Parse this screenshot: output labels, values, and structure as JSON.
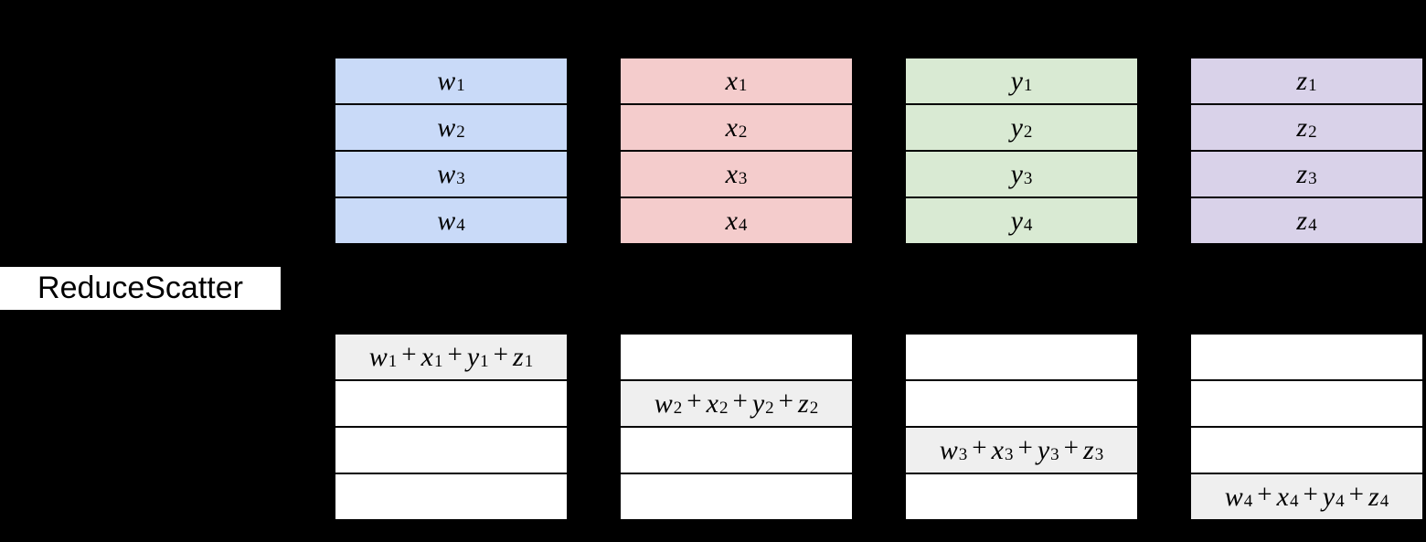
{
  "operation_label": "ReduceScatter",
  "operator": "+",
  "colors": {
    "background": "#000000",
    "border": "#000000",
    "text": "#000000",
    "label_background": "#ffffff",
    "label_text": "#000000",
    "result_row_fill": "#ffffff",
    "result_highlight_fill": "#efefef",
    "input_fill_w": "#c9daf8",
    "input_fill_x": "#f4cccc",
    "input_fill_y": "#d9ead3",
    "input_fill_z": "#d9d2e9"
  },
  "input_tables": [
    {
      "variable": "w",
      "fill": "#c9daf8",
      "cells": [
        {
          "base": "w",
          "sub": "1"
        },
        {
          "base": "w",
          "sub": "2"
        },
        {
          "base": "w",
          "sub": "3"
        },
        {
          "base": "w",
          "sub": "4"
        }
      ]
    },
    {
      "variable": "x",
      "fill": "#f4cccc",
      "cells": [
        {
          "base": "x",
          "sub": "1"
        },
        {
          "base": "x",
          "sub": "2"
        },
        {
          "base": "x",
          "sub": "3"
        },
        {
          "base": "x",
          "sub": "4"
        }
      ]
    },
    {
      "variable": "y",
      "fill": "#d9ead3",
      "cells": [
        {
          "base": "y",
          "sub": "1"
        },
        {
          "base": "y",
          "sub": "2"
        },
        {
          "base": "y",
          "sub": "3"
        },
        {
          "base": "y",
          "sub": "4"
        }
      ]
    },
    {
      "variable": "z",
      "fill": "#d9d2e9",
      "cells": [
        {
          "base": "z",
          "sub": "1"
        },
        {
          "base": "z",
          "sub": "2"
        },
        {
          "base": "z",
          "sub": "3"
        },
        {
          "base": "z",
          "sub": "4"
        }
      ]
    }
  ],
  "output_tables": [
    {
      "highlight_row": 0,
      "sum_terms": [
        {
          "base": "w",
          "sub": "1"
        },
        {
          "base": "x",
          "sub": "1"
        },
        {
          "base": "y",
          "sub": "1"
        },
        {
          "base": "z",
          "sub": "1"
        }
      ]
    },
    {
      "highlight_row": 1,
      "sum_terms": [
        {
          "base": "w",
          "sub": "2"
        },
        {
          "base": "x",
          "sub": "2"
        },
        {
          "base": "y",
          "sub": "2"
        },
        {
          "base": "z",
          "sub": "2"
        }
      ]
    },
    {
      "highlight_row": 2,
      "sum_terms": [
        {
          "base": "w",
          "sub": "3"
        },
        {
          "base": "x",
          "sub": "3"
        },
        {
          "base": "y",
          "sub": "3"
        },
        {
          "base": "z",
          "sub": "3"
        }
      ]
    },
    {
      "highlight_row": 3,
      "sum_terms": [
        {
          "base": "w",
          "sub": "4"
        },
        {
          "base": "x",
          "sub": "4"
        },
        {
          "base": "y",
          "sub": "4"
        },
        {
          "base": "z",
          "sub": "4"
        }
      ]
    }
  ]
}
